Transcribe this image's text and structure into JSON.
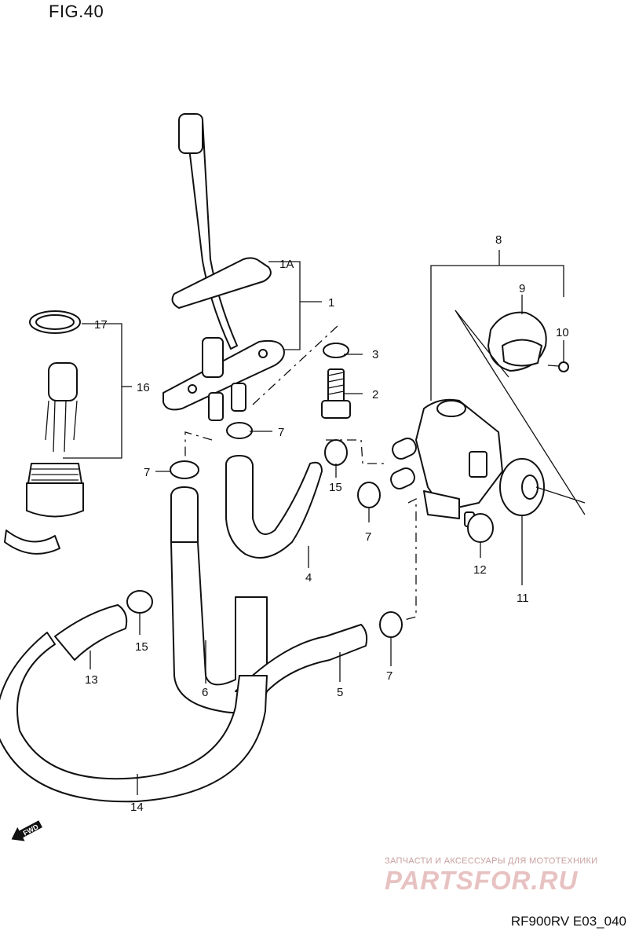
{
  "figure": {
    "title": "FIG.40",
    "code": "RF900RV E03_040"
  },
  "watermark": {
    "subtitle": "ЗАПЧАСТИ И АКСЕССУАРЫ ДЛЯ МОТОТЕХНИКИ",
    "logo": "PARTSFOR.RU"
  },
  "fwd_label": "FWD",
  "parts": {
    "p1": "1",
    "p1a": "1A",
    "p2": "2",
    "p3": "3",
    "p4": "4",
    "p5": "5",
    "p6": "6",
    "p7a": "7",
    "p7b": "7",
    "p7c": "7",
    "p7d": "7",
    "p8": "8",
    "p9": "9",
    "p10": "10",
    "p11": "11",
    "p12": "12",
    "p13": "13",
    "p14": "14",
    "p15a": "15",
    "p15b": "15",
    "p16": "16",
    "p17": "17"
  }
}
